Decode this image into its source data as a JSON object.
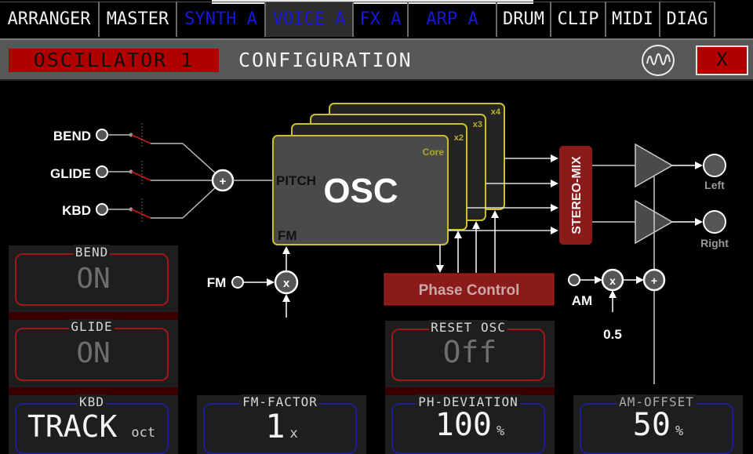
{
  "nav": {
    "tabs": [
      {
        "label": "ARRANGER",
        "style": "white"
      },
      {
        "label": "MASTER",
        "style": "white"
      },
      {
        "label": "SYNTH A",
        "style": "blue"
      },
      {
        "label": "VOICE A",
        "style": "blue",
        "active": true
      },
      {
        "label": "FX A",
        "style": "blue"
      },
      {
        "label": "ARP A",
        "style": "blue"
      },
      {
        "label": "DRUM",
        "style": "white"
      },
      {
        "label": "CLIP",
        "style": "white"
      },
      {
        "label": "MIDI",
        "style": "white"
      },
      {
        "label": "DIAG",
        "style": "white"
      }
    ]
  },
  "header": {
    "module_title": "OSCILLATOR 1",
    "section_title": "CONFIGURATION",
    "waveform_icon": "sine-wave-icon",
    "close_label": "X"
  },
  "diagram": {
    "inputs": [
      "BEND",
      "GLIDE",
      "KBD"
    ],
    "sum_symbol": "+",
    "osc_label": "OSC",
    "pitch_label": "PITCH",
    "fm_port_label": "FM",
    "core_label": "Core",
    "layers": [
      "x2",
      "x3",
      "x4"
    ],
    "stereo_mix_label": "STEREO-MIX",
    "outputs": [
      "Left",
      "Right"
    ],
    "fm_input_label": "FM",
    "multiply_symbol": "x",
    "phase_control_label": "Phase Control",
    "am_input_label": "AM",
    "am_factor": "0.5"
  },
  "controls": {
    "bend": {
      "label": "BEND",
      "value": "ON"
    },
    "glide": {
      "label": "GLIDE",
      "value": "ON"
    },
    "kbd": {
      "label": "KBD",
      "value": "TRACK",
      "unit": "oct"
    },
    "fm_factor": {
      "label": "FM-FACTOR",
      "value": "1",
      "unit": "x"
    },
    "reset_osc": {
      "label": "RESET OSC",
      "value": "Off"
    },
    "ph_deviation": {
      "label": "PH-DEVIATION",
      "value": "100",
      "unit": "%"
    },
    "am_offset": {
      "label": "AM-OFFSET",
      "value": "50",
      "unit": "%"
    }
  },
  "colors": {
    "accent_red": "#b00000",
    "tab_blue": "#1616e0",
    "osc_border": "#c8c030",
    "phase_control": "#8b1a1a"
  }
}
